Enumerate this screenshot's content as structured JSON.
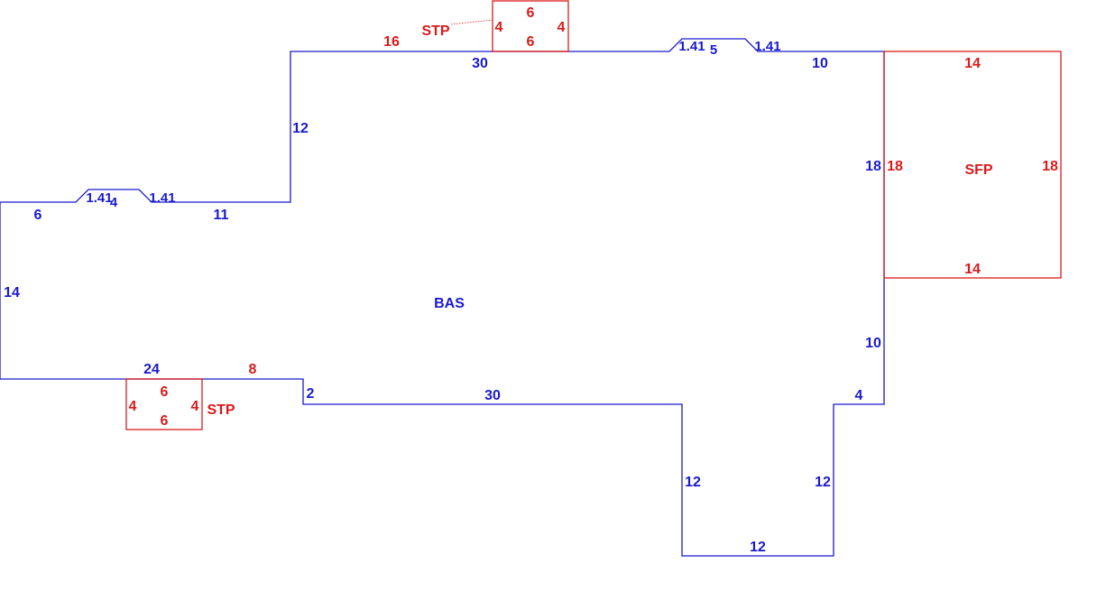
{
  "colors": {
    "main": "#1a1acc",
    "secondary": "#d81b1b",
    "background": "#ffffff"
  },
  "areas": {
    "bas": "BAS",
    "sfp": "SFP",
    "stp_top": "STP",
    "stp_bottom": "STP"
  },
  "dims": {
    "main_top": "30",
    "main_top_right": "10",
    "bay_top_left": "1.41",
    "bay_top_mid": "5",
    "bay_top_right": "1.41",
    "left_step": "12",
    "right_upper": "18",
    "right_lower": "10",
    "far_left_top": "6",
    "bay_left_left": "1.41",
    "bay_left_mid": "4",
    "bay_left_right": "1.41",
    "left_mid_top": "11",
    "far_left_side": "14",
    "bottom_left": "24",
    "bottom_step": "2",
    "bottom_mid": "30",
    "bottom_right_step": "4",
    "ext_left": "12",
    "ext_right": "12",
    "ext_bottom": "12"
  },
  "secondary_dims": {
    "stp_top_offset": "16",
    "stp_top_top": "6",
    "stp_top_bottom": "6",
    "stp_top_left": "4",
    "stp_top_right": "4",
    "sfp_top": "14",
    "sfp_bottom": "14",
    "sfp_left": "18",
    "sfp_right": "18",
    "stp_bottom_offset": "8",
    "stp_bottom_top": "6",
    "stp_bottom_bottom": "6",
    "stp_bottom_left": "4",
    "stp_bottom_right": "4"
  }
}
